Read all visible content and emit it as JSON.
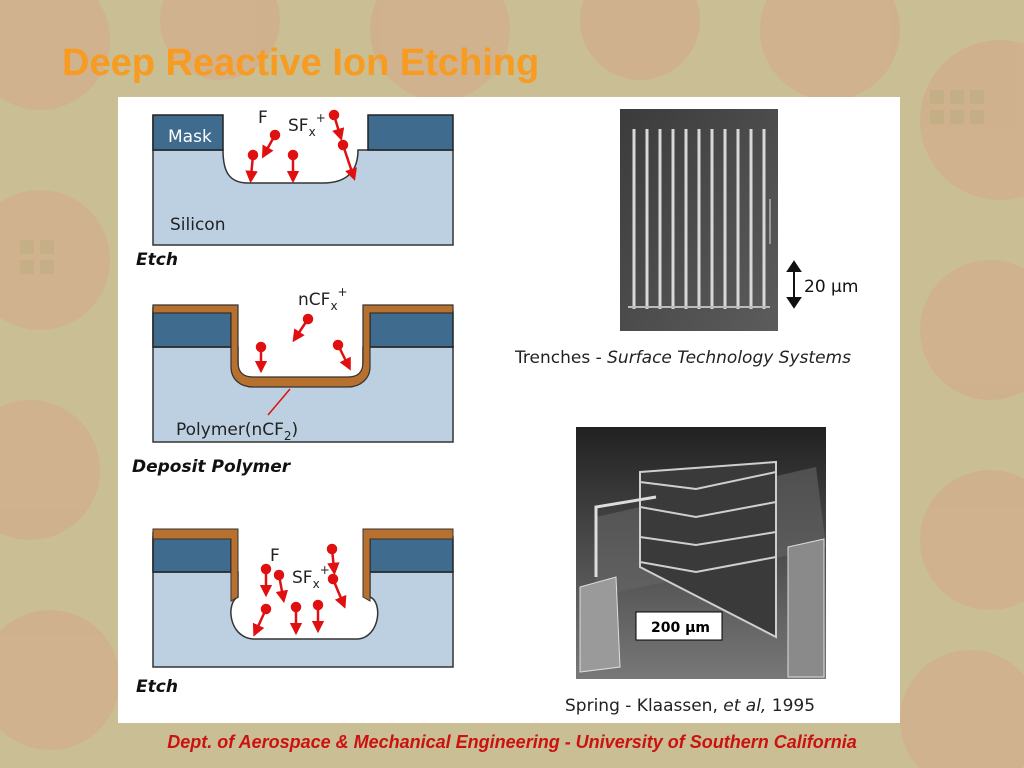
{
  "slide": {
    "title": "Deep Reactive Ion Etching",
    "footer": "Dept. of Aerospace & Mechanical Engineering - University of Southern California"
  },
  "diagram": {
    "step1": {
      "label": "Etch",
      "mask_label": "Mask",
      "silicon_label": "Silicon",
      "species_f": "F",
      "species_sf": "SF",
      "species_sf_sub": "x",
      "species_sf_sup": "+"
    },
    "step2": {
      "label": "Deposit Polymer",
      "species_ncf": "nCF",
      "species_ncf_sub": "x",
      "species_ncf_sup": "+",
      "polymer_label": "Polymer(nCF",
      "polymer_sub": "2",
      "polymer_close": ")"
    },
    "step3": {
      "label": "Etch",
      "species_f": "F",
      "species_sf": "SF",
      "species_sf_sub": "x",
      "species_sf_sup": "+"
    }
  },
  "images": {
    "trenches": {
      "scale_label": "20 µm",
      "caption_prefix": "Trenches - ",
      "caption_source": "Surface Technology Systems"
    },
    "spring": {
      "scale_label": "200 µm",
      "caption_prefix": "Spring - Klaassen, ",
      "caption_etal": "et al,",
      "caption_year": " 1995"
    }
  },
  "colors": {
    "title": "#f79b21",
    "footer": "#cc1111",
    "mask": "#3f6b8e",
    "silicon": "#bcd0e2",
    "polymer": "#b8702e",
    "ion": "#e01010"
  }
}
